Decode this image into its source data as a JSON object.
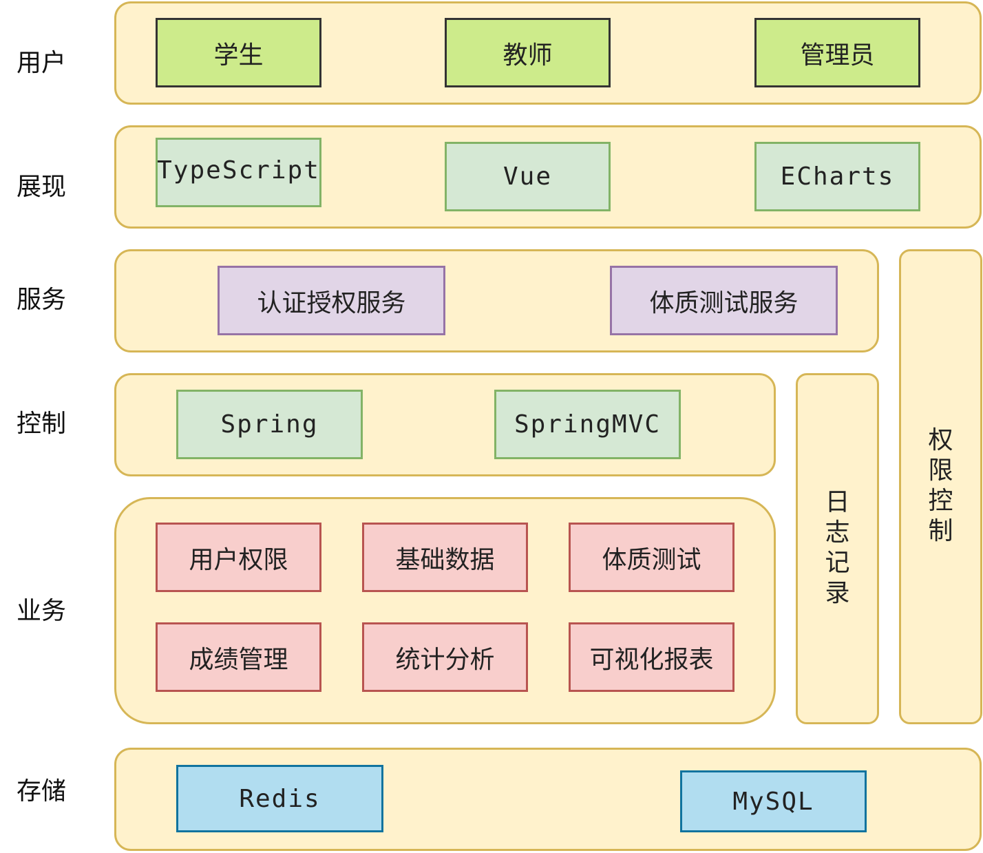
{
  "layers": {
    "user": "用户",
    "presentation": "展现",
    "service": "服务",
    "control": "控制",
    "business": "业务",
    "storage": "存储"
  },
  "user_layer": [
    "学生",
    "教师",
    "管理员"
  ],
  "presentation_layer": [
    "TypeScript",
    "Vue",
    "ECharts"
  ],
  "service_layer": [
    "认证授权服务",
    "体质测试服务"
  ],
  "control_layer": [
    "Spring",
    "SpringMVC"
  ],
  "business_layer": [
    "用户权限",
    "基础数据",
    "体质测试",
    "成绩管理",
    "统计分析",
    "可视化报表"
  ],
  "storage_layer": [
    "Redis",
    "MySQL"
  ],
  "side_panels": {
    "logging": [
      "日",
      "志",
      "记",
      "录"
    ],
    "permission": [
      "权",
      "限",
      "控",
      "制"
    ]
  },
  "colors": {
    "panel_fill": "#fff2cc",
    "panel_border": "#d6b656",
    "user_fill": "#cdeb8b",
    "tech_fill": "#d5e8d4",
    "service_fill": "#e1d5e7",
    "business_fill": "#f8cecc",
    "storage_fill": "#b1ddf0"
  }
}
